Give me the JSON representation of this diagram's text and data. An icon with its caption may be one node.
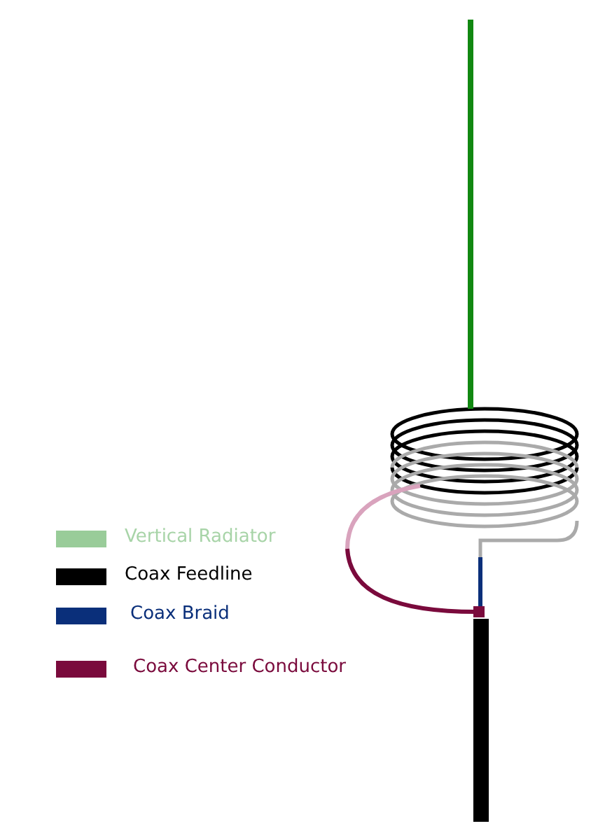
{
  "diagram": {
    "legend": [
      {
        "text": "Vertical Radiator",
        "color": "#99cc99"
      },
      {
        "text": "Coax Feedline",
        "color": "#000000"
      },
      {
        "text": "Coax Braid",
        "color": "#0a2f7a"
      },
      {
        "text": "Coax Center Conductor",
        "color": "#7a0a3c"
      }
    ]
  }
}
